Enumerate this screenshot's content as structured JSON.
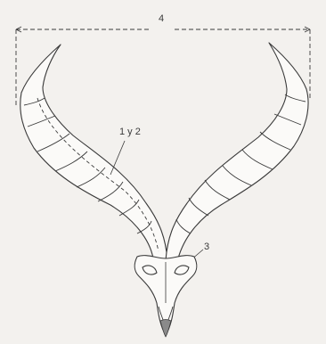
{
  "labels": {
    "span": "4",
    "horn_length": "1 y 2",
    "base": "3"
  },
  "colors": {
    "ink": "#3a3a3a",
    "paper": "#f3f1ee",
    "fill": "#fbfaf8"
  }
}
